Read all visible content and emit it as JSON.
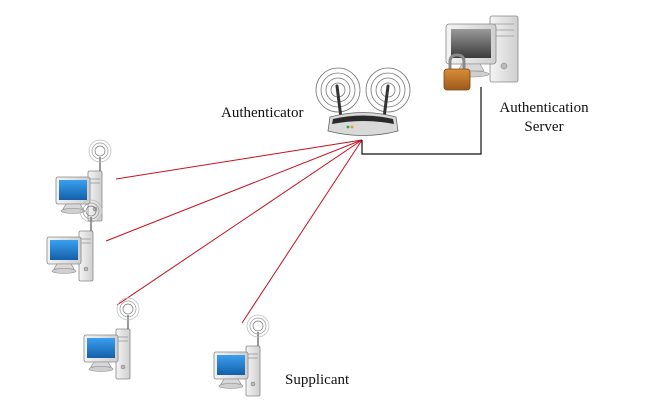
{
  "labels": {
    "authenticator": "Authenticator",
    "authentication_server_line1": "Authentication",
    "authentication_server_line2": "Server",
    "supplicant": "Supplicant"
  },
  "colors": {
    "wireless_link": "#c8101e",
    "wired_link": "#111111",
    "screen": "#1e7fd0",
    "case": "#e6e6e6",
    "lock": "#c47a2a"
  },
  "icons": {
    "access_point": "wireless-router-icon",
    "server": "server-computer-icon",
    "lock": "padlock-icon",
    "supplicant": "wireless-desktop-computer-icon"
  }
}
